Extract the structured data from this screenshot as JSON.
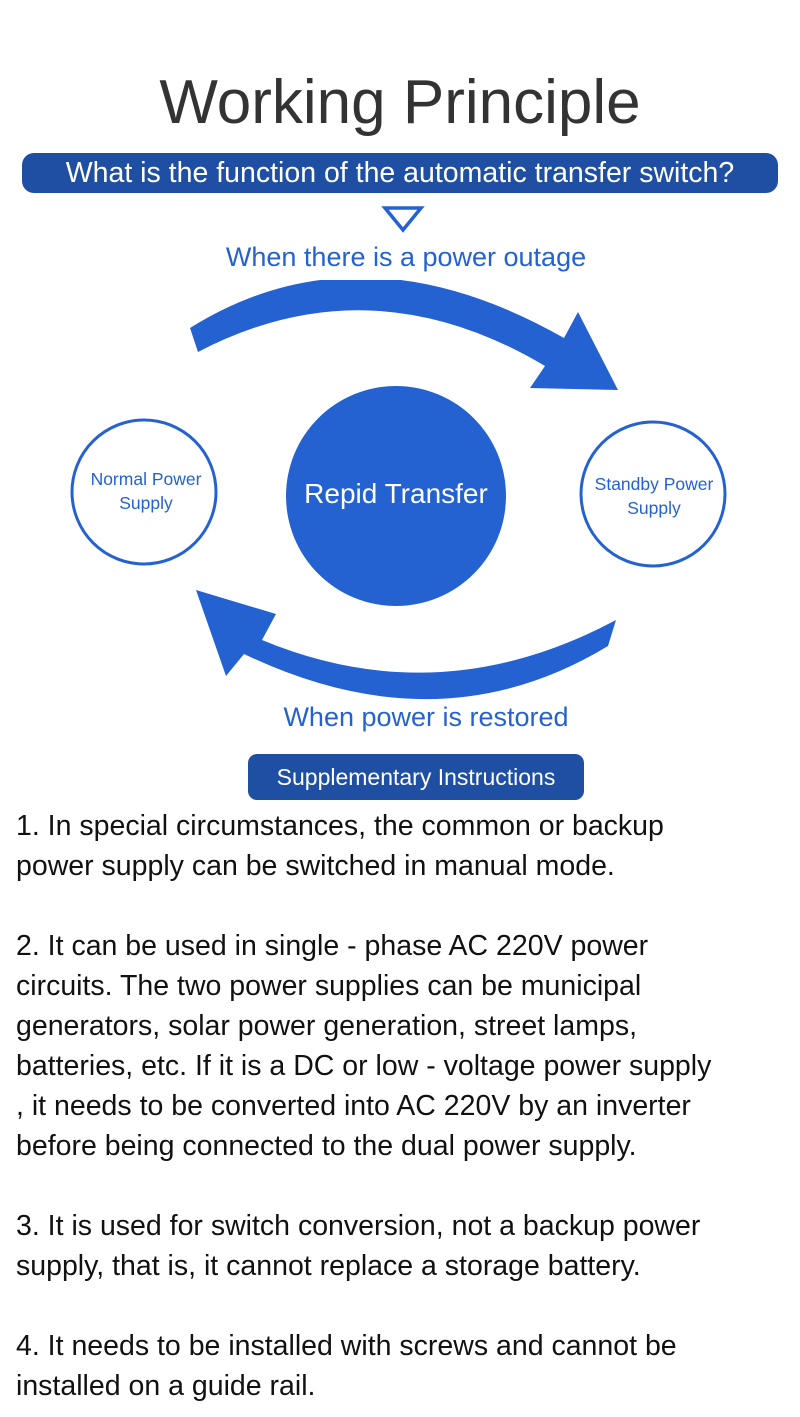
{
  "header": {
    "title": "Working Principle",
    "question": "What is the function of the automatic transfer switch?"
  },
  "diagram": {
    "top_arrow_label": "When there is a power outage",
    "bottom_arrow_label": "When power is restored",
    "center_label": "Repid Transfer",
    "left_node": {
      "line1": "Normal Power",
      "line2": "Supply"
    },
    "right_node": {
      "line1": "Standby Power",
      "line2": "Supply"
    },
    "colors": {
      "accent_blue": "#2462d2",
      "pill_blue": "#1f4fa3",
      "text_dark": "#333333"
    }
  },
  "supplementary": {
    "button_label": "Supplementary Instructions",
    "items": [
      "1. In special circumstances, the common or backup\npower supply can be switched in manual mode.",
      "2. It can be used in single - phase AC 220V power\ncircuits. The two power supplies can be municipal\ngenerators, solar power generation, street lamps,\nbatteries, etc. If it is a DC or low - voltage power supply\n, it needs to be converted into AC 220V by an inverter\nbefore being connected to the dual power supply.",
      "3. It is used for switch conversion, not a backup power\nsupply, that is, it cannot replace a storage battery.",
      "4. It needs to be installed with screws and cannot be\ninstalled on a guide rail."
    ]
  },
  "icons": {
    "down_marker": "triangle-down-outline-icon",
    "top_arrow": "curved-arrow-right-icon",
    "bottom_arrow": "curved-arrow-left-icon"
  }
}
